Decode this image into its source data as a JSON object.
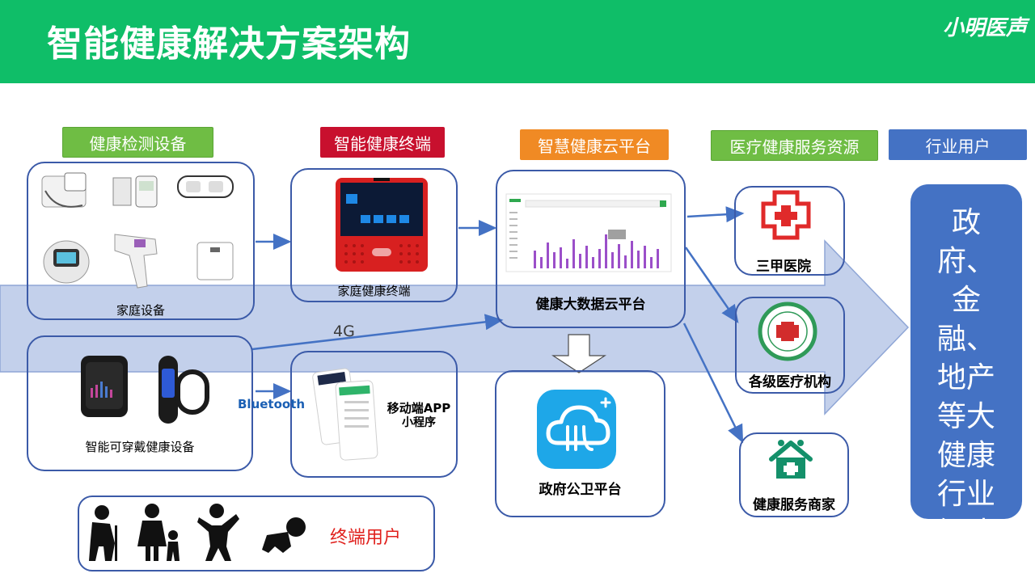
{
  "header": {
    "title": "智能健康解决方案架构",
    "brand": "小明医声",
    "bg_color": "#0fbe68"
  },
  "categories": {
    "detection": "健康检测设备",
    "terminal": "智能健康终端",
    "cloud": "智慧健康云平台",
    "resources": "医疗健康服务资源",
    "industry_users": "行业用户"
  },
  "labels": {
    "home_devices": "家庭设备",
    "home_terminal": "家庭健康终端",
    "cloud_platform": "健康大数据云平台",
    "wearables": "智能可穿戴健康设备",
    "mobile_app": "移动端APP",
    "mini_program": "小程序",
    "gov_platform": "政府公卫平台",
    "hospital_3a": "三甲医院",
    "medical_orgs": "各级医疗机构",
    "health_merchants": "健康服务商家",
    "bluetooth": "Bluetooth",
    "network_4g": "4G",
    "end_users": "终端用户"
  },
  "industry": {
    "text": "政府、金融、地产等大健康行业解决方案"
  },
  "colors": {
    "accent_blue": "#4472c4",
    "line_blue": "#3b5aa8",
    "green": "#6fbd44",
    "red": "#c8102e",
    "orange": "#f08a24"
  }
}
